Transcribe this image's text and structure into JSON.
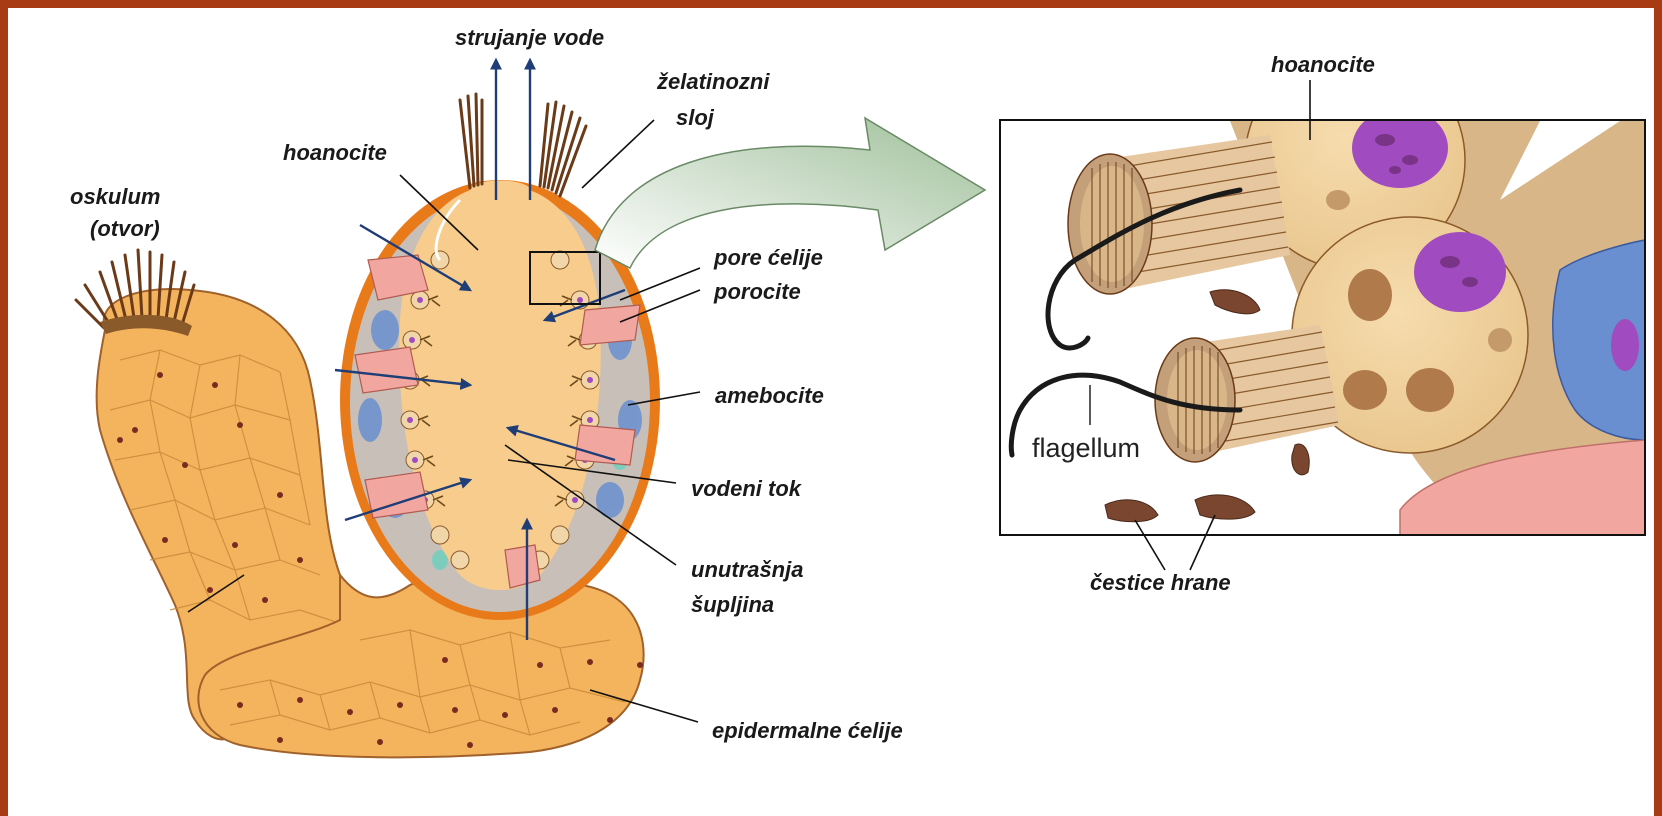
{
  "labels": {
    "strujanje_vode": "strujanje vode",
    "zelatinozni": "želatinozni",
    "sloj": "sloj",
    "hoanocite_left": "hoanocite",
    "oskulum": "oskulum",
    "otvor": "(otvor)",
    "pore_celije": "pore ćelije",
    "porocite": "porocite",
    "amebocite": "amebocite",
    "vodeni_tok": "vodeni tok",
    "unutrasnja": "unutrašnja",
    "supljina": "šupljina",
    "epidermalne": "epidermalne ćelije",
    "hoanocite_right": "hoanocite",
    "flagellum": "flagellum",
    "cestice_hrane": "čestice hrane"
  },
  "colors": {
    "frame_border": "#a83a14",
    "sponge_body": "#f4b45e",
    "cavity": "#f8cc8c",
    "mesohyl_orange": "#e97a1a",
    "arrow_blue": "#1f3e78",
    "collar": "#8a5a2a",
    "nucleus": "#a04cc0",
    "amebocyte_blue": "#6a8fd0",
    "food_particle": "#7a4630",
    "porocyte_pink": "#f2a6a0"
  }
}
